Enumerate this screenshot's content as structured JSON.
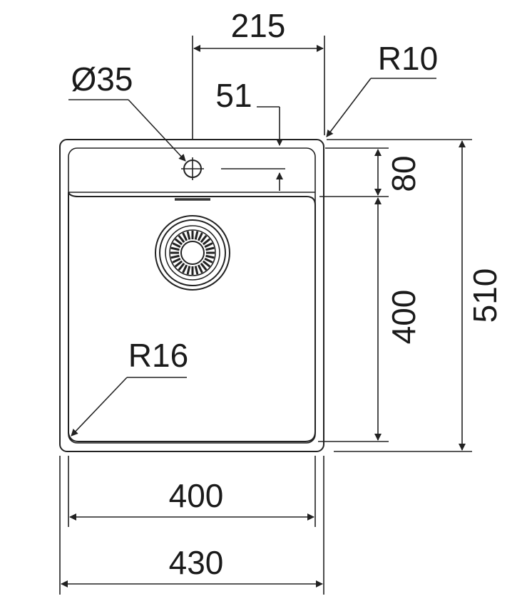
{
  "dimensions": {
    "top_width": "215",
    "corner_radius_outer": "R10",
    "tap_hole_diameter": "Ø35",
    "tap_hole_offset": "51",
    "shelf_depth": "80",
    "bowl_depth": "400",
    "overall_depth": "510",
    "inner_corner_radius": "R16",
    "bowl_width": "400",
    "overall_width": "430"
  }
}
